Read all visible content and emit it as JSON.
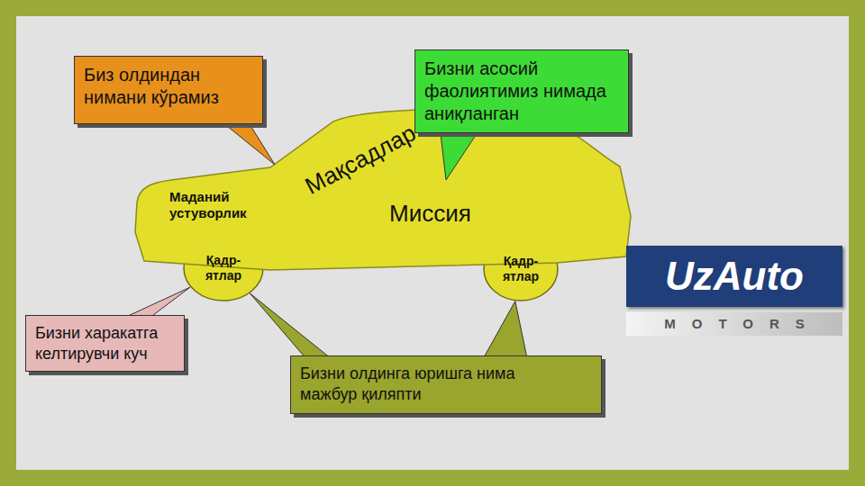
{
  "diagram": {
    "nodes": [
      {
        "text": [
          "Биз олдиндан нимани кўрамиз"
        ]
      },
      {
        "text": [
          "Бизни асосий фаолиятимиз нимада аниқланган"
        ]
      },
      {
        "text": [
          "Мақсадлар",
          "Маданий устуворлик",
          "Миссия"
        ]
      },
      {
        "text": [
          "Қадр- ятлар"
        ],
        "in": 2
      },
      {
        "text": [
          "Қадр- ятлар"
        ],
        "in": 2
      },
      {
        "text": [
          "Бизни харакатга келтирувчи куч"
        ]
      },
      {
        "text": [
          "Бизни олдинга юришга нима мажбур қиляпти"
        ]
      },
      {
        "text": [
          "UzAuto",
          "MOTORS"
        ]
      }
    ],
    "edges": [
      {
        "from": 0,
        "to": 2,
        "arrow": "none"
      },
      {
        "from": 1,
        "to": 2,
        "arrow": "none"
      },
      {
        "from": 5,
        "to": 3,
        "arrow": "none"
      },
      {
        "from": 6,
        "to": 3,
        "arrow": "none"
      },
      {
        "from": 6,
        "to": 4,
        "arrow": "none"
      }
    ]
  }
}
